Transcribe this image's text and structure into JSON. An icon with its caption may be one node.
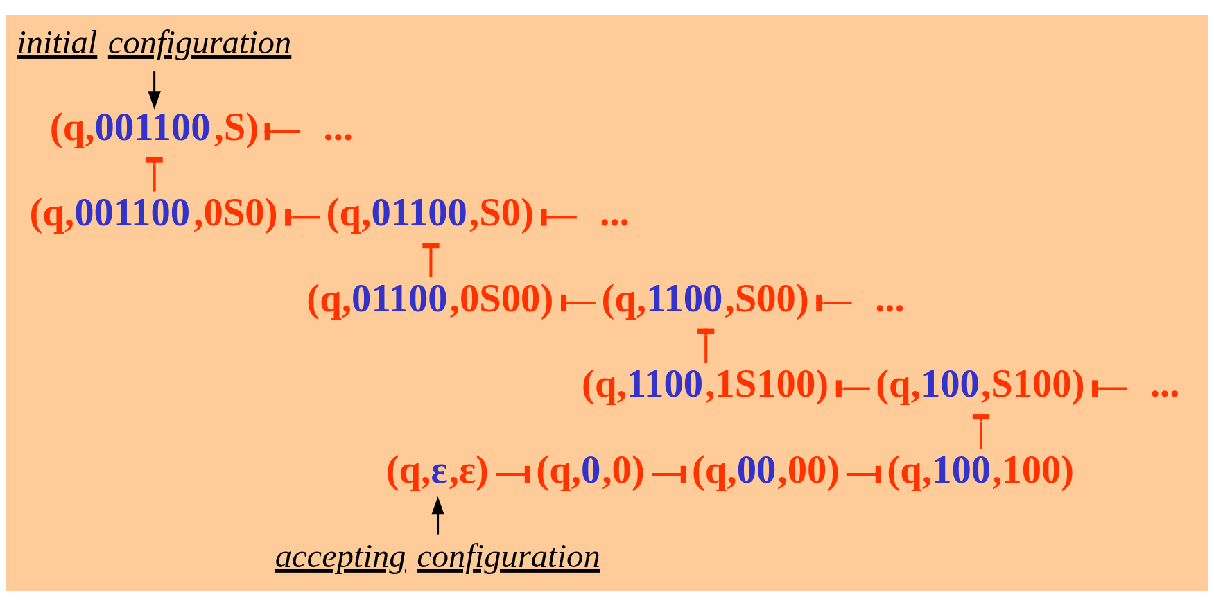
{
  "diagram": {
    "nodes": [
      {
        "text": [
          "(q,001100,S)"
        ]
      },
      {
        "text": [
          "..."
        ]
      },
      {
        "text": [
          "(q,001100,0S0)"
        ]
      },
      {
        "text": [
          "(q,01100,S0)"
        ]
      },
      {
        "text": [
          "..."
        ]
      },
      {
        "text": [
          "(q,01100,0S00)"
        ]
      },
      {
        "text": [
          "(q,1100,S00)"
        ]
      },
      {
        "text": [
          "..."
        ]
      },
      {
        "text": [
          "(q,1100,1S100)"
        ]
      },
      {
        "text": [
          "(q,100,S100)"
        ]
      },
      {
        "text": [
          "..."
        ]
      },
      {
        "text": [
          "(q,ε,ε)"
        ]
      },
      {
        "text": [
          "(q,0,0)"
        ]
      },
      {
        "text": [
          "(q,00,00)"
        ]
      },
      {
        "text": [
          "(q,100,100)"
        ]
      },
      {
        "text": [
          "initial configuration"
        ]
      },
      {
        "text": [
          "accepting configuration"
        ]
      }
    ],
    "edges": [
      {
        "from": 0,
        "to": 1,
        "arrow": "other"
      },
      {
        "from": 0,
        "to": 2,
        "arrow": "other"
      },
      {
        "from": 2,
        "to": 3,
        "arrow": "other"
      },
      {
        "from": 3,
        "to": 4,
        "arrow": "other"
      },
      {
        "from": 3,
        "to": 5,
        "arrow": "other"
      },
      {
        "from": 5,
        "to": 6,
        "arrow": "other"
      },
      {
        "from": 6,
        "to": 7,
        "arrow": "other"
      },
      {
        "from": 6,
        "to": 8,
        "arrow": "other"
      },
      {
        "from": 8,
        "to": 9,
        "arrow": "other"
      },
      {
        "from": 9,
        "to": 10,
        "arrow": "other"
      },
      {
        "from": 9,
        "to": 14,
        "arrow": "other"
      },
      {
        "from": 14,
        "to": 13,
        "arrow": "other"
      },
      {
        "from": 13,
        "to": 12,
        "arrow": "other"
      },
      {
        "from": 12,
        "to": 11,
        "arrow": "other"
      },
      {
        "from": 15,
        "to": 0,
        "arrow": "to",
        "color": "#000000"
      },
      {
        "from": 16,
        "to": 11,
        "arrow": "to",
        "color": "#000000"
      }
    ]
  }
}
